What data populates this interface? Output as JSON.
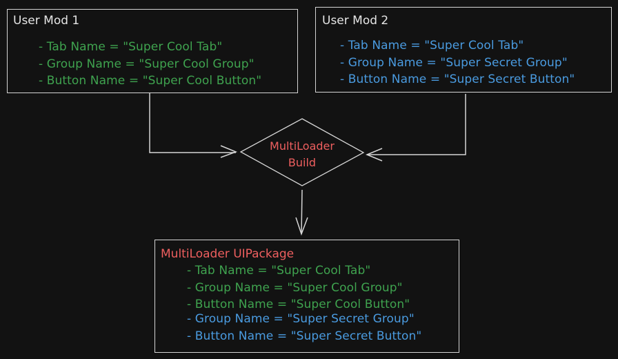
{
  "colors": {
    "background": "#121212",
    "stroke": "#d6d6d6",
    "title": "#e6e6e6",
    "green": "#3fa34f",
    "blue": "#4a9be0",
    "red": "#ee5f5f"
  },
  "mod1": {
    "title": "User Mod 1",
    "lines": [
      "- Tab Name = \"Super Cool Tab\"",
      "- Group Name = \"Super Cool Group\"",
      "- Button Name = \"Super Cool Button\""
    ]
  },
  "mod2": {
    "title": "User Mod 2",
    "lines": [
      "- Tab Name = \"Super Cool Tab\"",
      "- Group Name = \"Super Secret Group\"",
      "- Button Name = \"Super Secret Button\""
    ]
  },
  "build": {
    "line1": "MultiLoader",
    "line2": "Build"
  },
  "package": {
    "title": "MultiLoader UIPackage",
    "lines": [
      {
        "text": "- Tab Name = \"Super Cool Tab\"",
        "source": "mod1"
      },
      {
        "text": "- Group Name = \"Super Cool Group\"",
        "source": "mod1"
      },
      {
        "text": "- Button Name = \"Super Cool Button\"",
        "source": "mod1"
      },
      {
        "text": "- Group Name = \"Super Secret Group\"",
        "source": "mod2"
      },
      {
        "text": "- Button Name = \"Super Secret Button\"",
        "source": "mod2"
      }
    ]
  }
}
